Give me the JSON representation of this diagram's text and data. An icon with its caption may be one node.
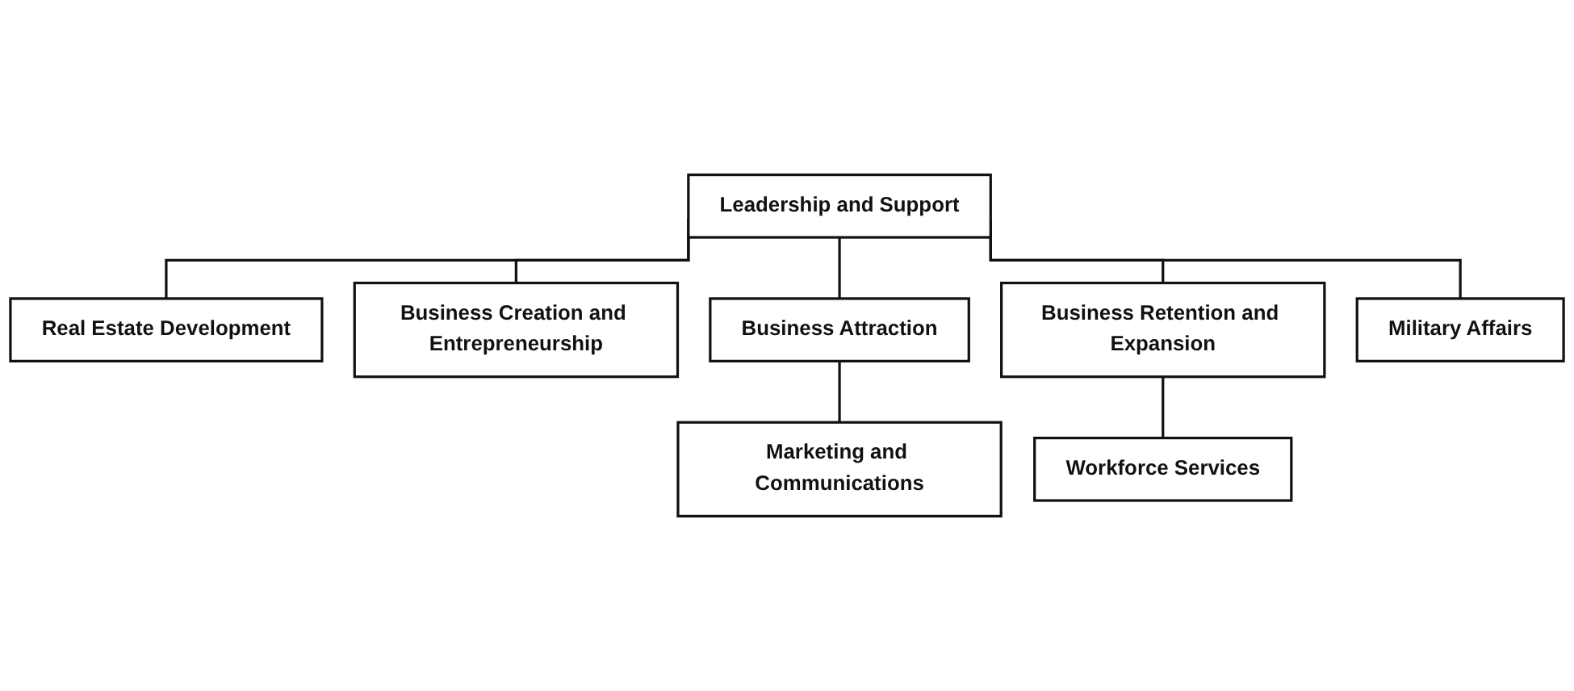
{
  "diagram": {
    "nodes": [
      {
        "text": [
          "Leadership and Support"
        ]
      },
      {
        "text": [
          "Real Estate Development"
        ]
      },
      {
        "text": [
          "Business Creation and Entrepreneurship"
        ]
      },
      {
        "text": [
          "Business Attraction"
        ]
      },
      {
        "text": [
          "Business Retention and Expansion"
        ]
      },
      {
        "text": [
          "Military Affairs"
        ]
      },
      {
        "text": [
          "Marketing and Communications"
        ]
      },
      {
        "text": [
          "Workforce Services"
        ]
      }
    ],
    "edges": [
      {
        "from": 0,
        "to": 1,
        "arrow": "none"
      },
      {
        "from": 0,
        "to": 2,
        "arrow": "none"
      },
      {
        "from": 0,
        "to": 3,
        "arrow": "none"
      },
      {
        "from": 0,
        "to": 4,
        "arrow": "none"
      },
      {
        "from": 0,
        "to": 5,
        "arrow": "none"
      },
      {
        "from": 3,
        "to": 6,
        "arrow": "none"
      },
      {
        "from": 4,
        "to": 7,
        "arrow": "none"
      }
    ]
  }
}
